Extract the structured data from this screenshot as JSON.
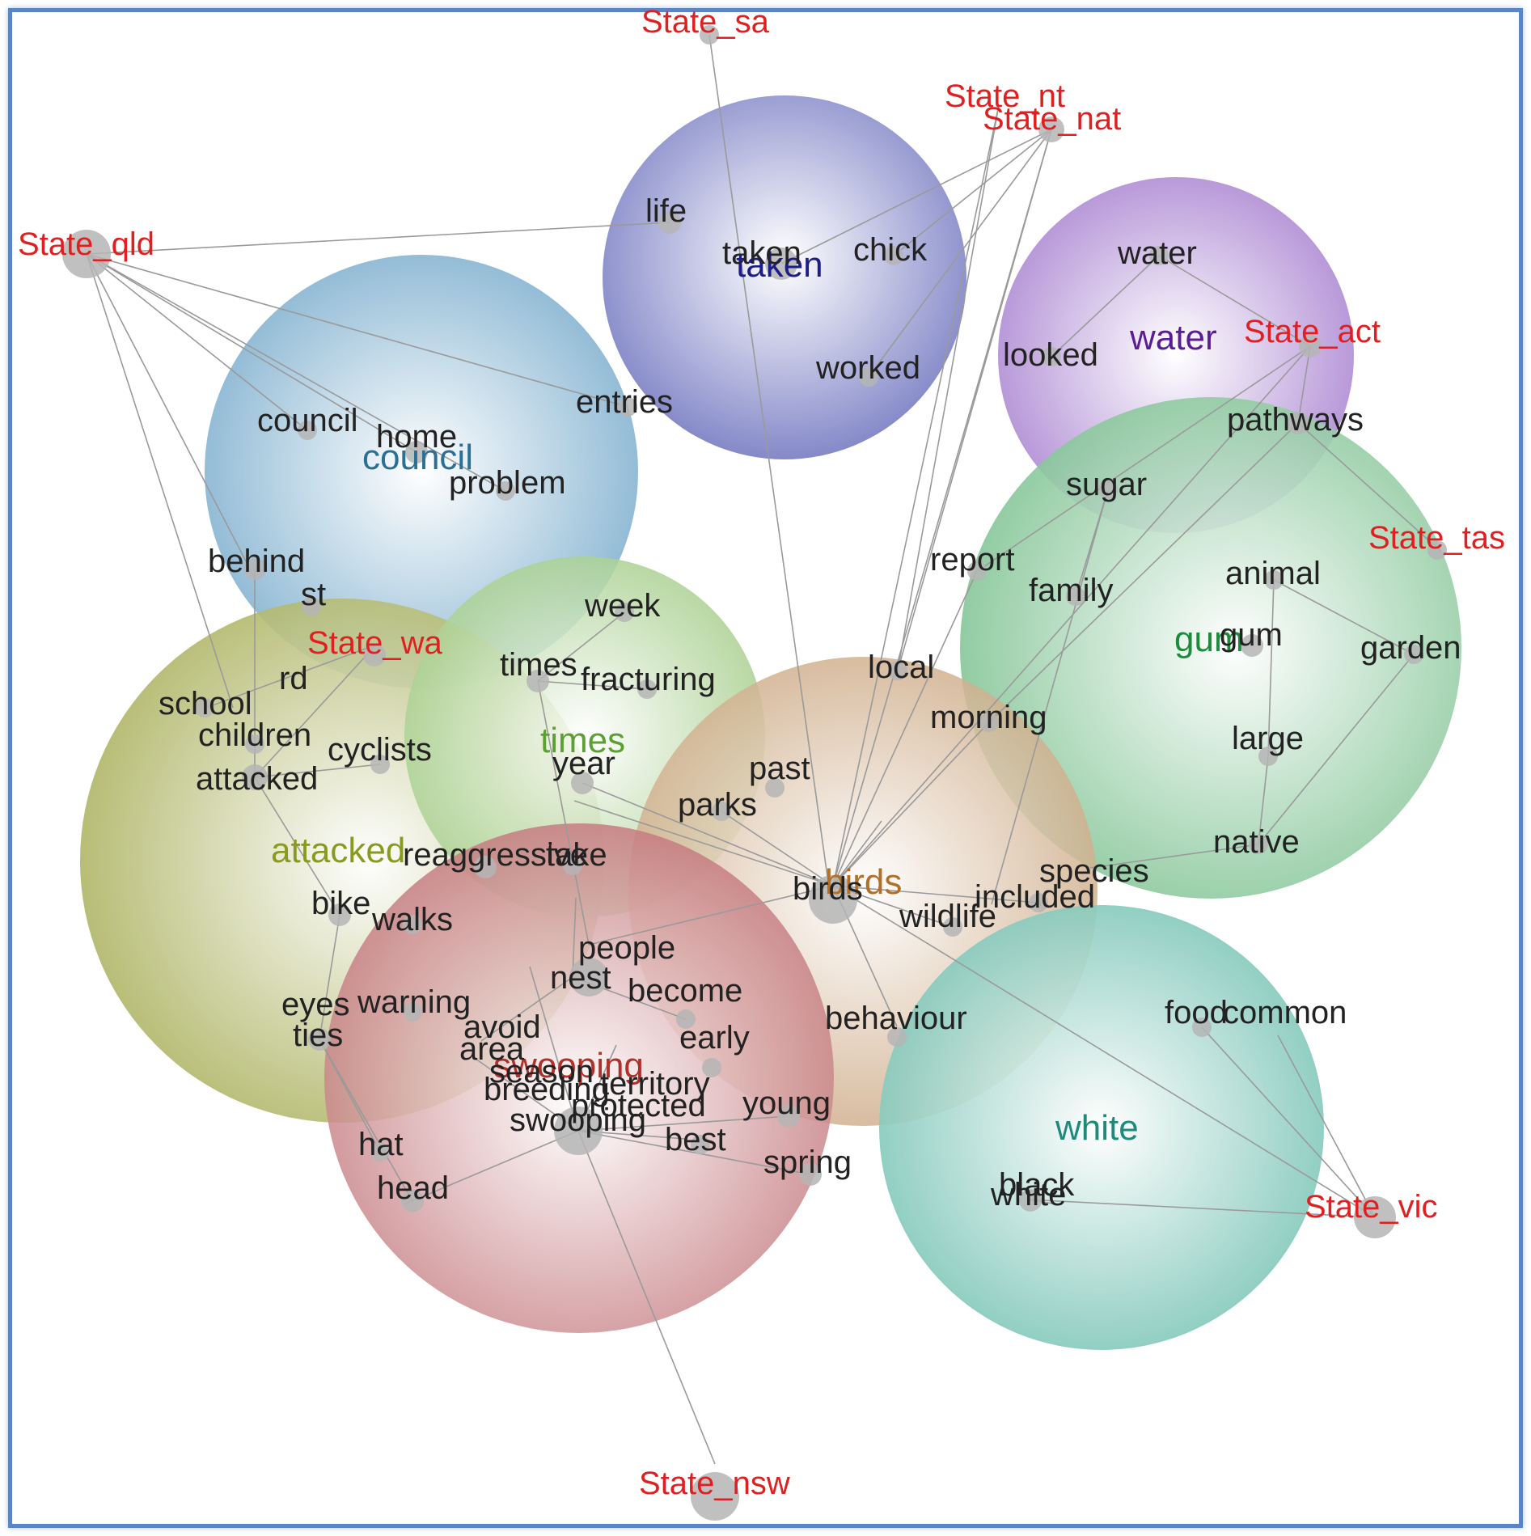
{
  "diagram": {
    "themes": [
      {
        "id": "taken",
        "label": "taken",
        "color": "#1d1d8a",
        "fill": "#7a7fc4"
      },
      {
        "id": "council",
        "label": "council",
        "color": "#2a6f95",
        "fill": "#7fb0cf"
      },
      {
        "id": "water",
        "label": "water",
        "color": "#5b1d95",
        "fill": "#a67fcf"
      },
      {
        "id": "gum",
        "label": "gum",
        "color": "#1e8a3c",
        "fill": "#7cc290"
      },
      {
        "id": "times",
        "label": "times",
        "color": "#5aa032",
        "fill": "#9cc97f"
      },
      {
        "id": "attacked",
        "label": "attacked",
        "color": "#8a9a1e",
        "fill": "#a9b05a"
      },
      {
        "id": "birds",
        "label": "birds",
        "color": "#b0702a",
        "fill": "#c9a27a"
      },
      {
        "id": "swooping",
        "label": "swooping",
        "color": "#b0302a",
        "fill": "#c06f74"
      },
      {
        "id": "white",
        "label": "white",
        "color": "#1e8a7a",
        "fill": "#6fc0b0"
      }
    ],
    "states": [
      "State_sa",
      "State_nt",
      "State_nat",
      "State_qld",
      "State_act",
      "State_tas",
      "State_wa",
      "State_vic",
      "State_nsw"
    ],
    "terms": [
      "life",
      "taken",
      "chick",
      "worked",
      "entries",
      "water",
      "looked",
      "pathways",
      "sugar",
      "council",
      "home",
      "problem",
      "behind",
      "st",
      "week",
      "times",
      "fracturing",
      "report",
      "family",
      "animal",
      "gum",
      "garden",
      "local",
      "morning",
      "large",
      "rd",
      "school",
      "children",
      "cyclists",
      "attacked",
      "year",
      "past",
      "parks",
      "native",
      "species",
      "included",
      "wildlife",
      "birds",
      "reaggressive",
      "take",
      "bike",
      "walks",
      "people",
      "nest",
      "become",
      "warning",
      "eyes",
      "ties",
      "avoid",
      "area",
      "early",
      "behaviour",
      "food",
      "common",
      "season",
      "breeding",
      "territory",
      "protected",
      "young",
      "swooping",
      "best",
      "spring",
      "hat",
      "head",
      "black",
      "white"
    ]
  }
}
